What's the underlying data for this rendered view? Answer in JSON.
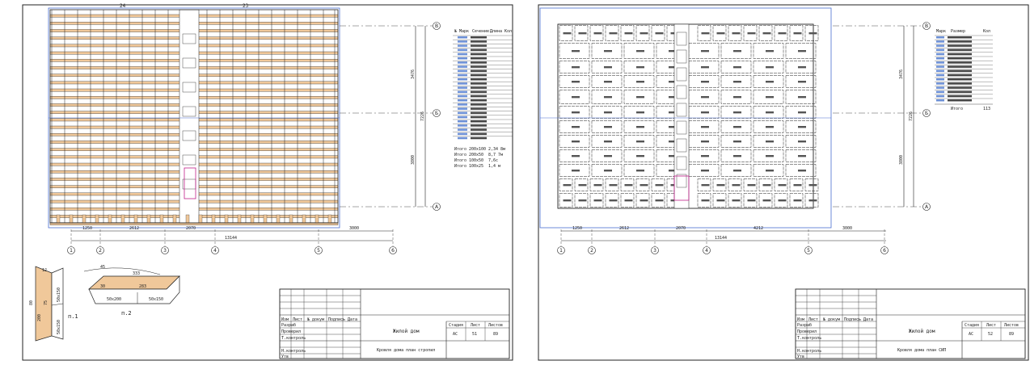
{
  "sheet1": {
    "plan_number_top": [
      "24",
      "23"
    ],
    "dims_bottom": [
      "1250",
      "2612",
      "2070",
      "13144",
      "3000"
    ],
    "dims_right": [
      "3476",
      "7226",
      "3800"
    ],
    "axes_bottom": [
      "1",
      "2",
      "3",
      "4",
      "5",
      "6"
    ],
    "axes_right": [
      "В",
      "Б",
      "А"
    ],
    "spec_headers": [
      "№",
      "Марк",
      "Сечение",
      "Длина",
      "Кол"
    ],
    "spec_totals": [
      {
        "label": "Итого",
        "section": "200x100",
        "value": "2,34 8м"
      },
      {
        "label": "Итого",
        "section": "200x50",
        "value": "8,7 7м"
      },
      {
        "label": "Итого",
        "section": "100x50",
        "value": "7,6с"
      },
      {
        "label": "Итого",
        "section": "100x25",
        "value": "1,4 м"
      }
    ],
    "node1": {
      "label": "п.1",
      "dims": [
        "12",
        "75",
        "80",
        "200",
        "50x150",
        "50x150"
      ]
    },
    "node2": {
      "label": "п.2",
      "dims": [
        "45",
        "333",
        "30",
        "283",
        "50x200",
        "50x150"
      ]
    },
    "title_block": {
      "cols": [
        "Изм",
        "Лист",
        "№ докум",
        "Подпись",
        "Дата"
      ],
      "rows": [
        "Разраб",
        "Проверил",
        "Т.контроль",
        "Н.контроль",
        "Утв"
      ],
      "project": "Жилой дом",
      "sheet_title": "Кровля дома план стропил",
      "stage_label": "Стадия",
      "sheet_label": "Лист",
      "sheets_label": "Листов",
      "stage": "АС",
      "sheet": "51",
      "sheets": "89"
    }
  },
  "sheet2": {
    "dims_bottom": [
      "1250",
      "2612",
      "2070",
      "4212",
      "3000",
      "13144"
    ],
    "dims_right": [
      "3476",
      "7226",
      "3800"
    ],
    "axes_bottom": [
      "1",
      "2",
      "3",
      "4",
      "5",
      "6"
    ],
    "axes_right": [
      "В",
      "Б",
      "А"
    ],
    "spec_headers": [
      "Марк",
      "Размер",
      "Кол"
    ],
    "spec_total": {
      "label": "Итого",
      "value": "113"
    },
    "title_block": {
      "cols": [
        "Изм",
        "Лист",
        "№ докум",
        "Подпись",
        "Дата"
      ],
      "rows": [
        "Разраб",
        "Проверил",
        "Т.контроль",
        "Н.контроль",
        "Утв"
      ],
      "project": "Жилой дом",
      "sheet_title": "Кровля дома план СИП",
      "stage_label": "Стадия",
      "sheet_label": "Лист",
      "sheets_label": "Листов",
      "stage": "АС",
      "sheet": "52",
      "sheets": "89"
    }
  },
  "colors": {
    "timber": "#f0c89a",
    "line": "#222222",
    "viewport": "#4a6fd0",
    "accent": "#c0208a"
  }
}
